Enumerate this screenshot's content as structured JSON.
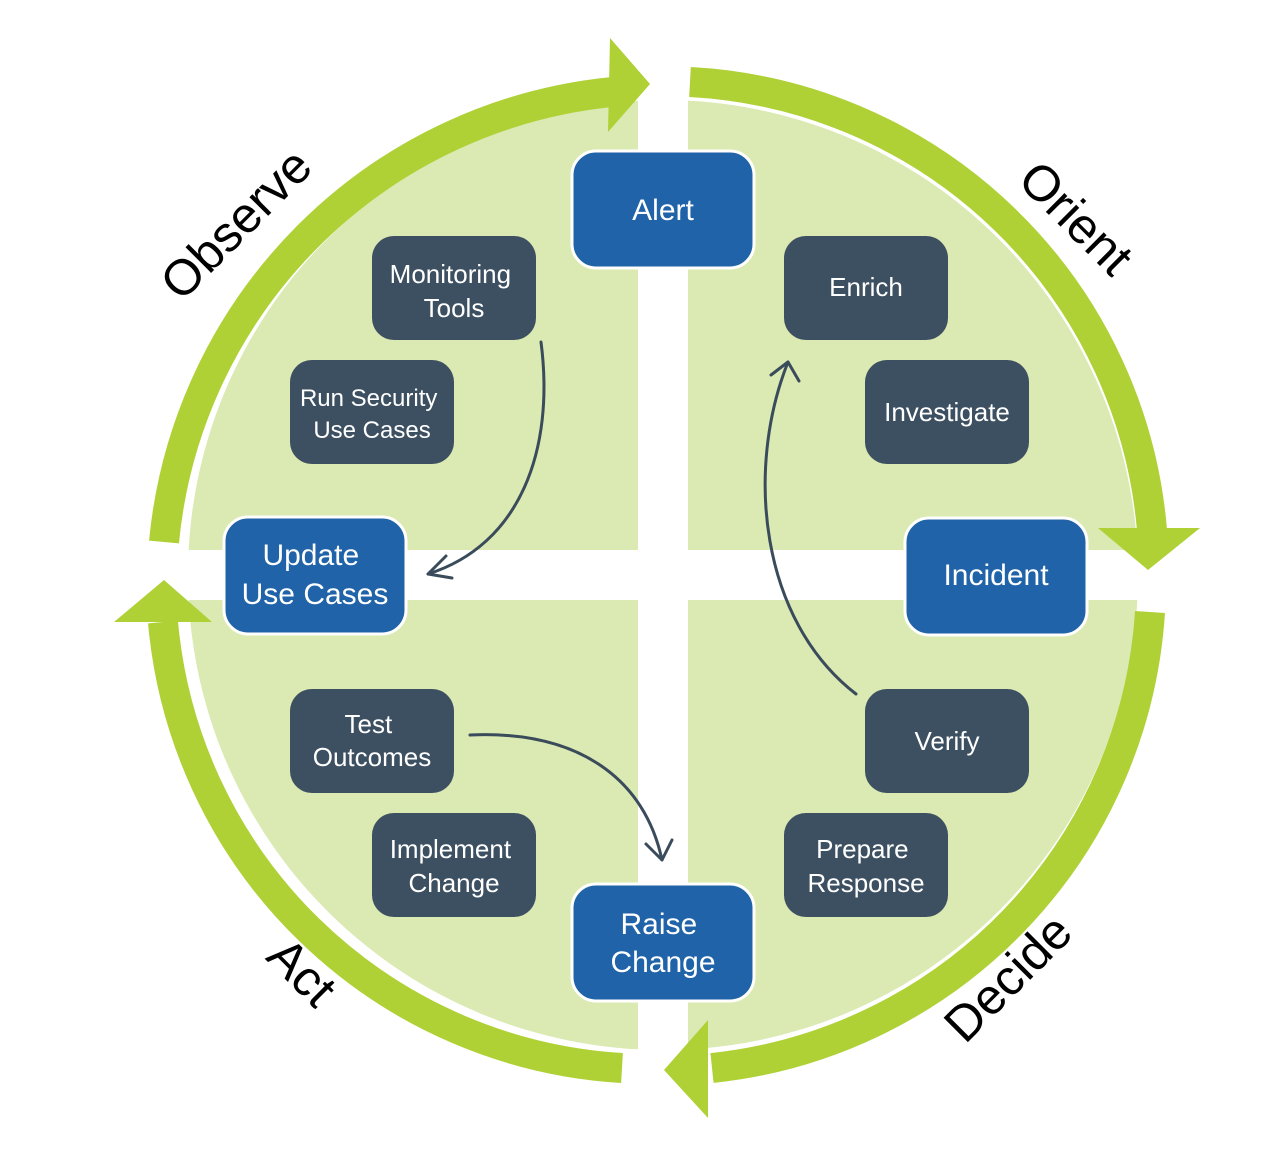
{
  "colors": {
    "quadrant_fill": "#dbe9b2",
    "ring": "#afd136",
    "primary_node": "#2063a8",
    "primary_border": "#ffffff",
    "secondary_node": "#3d5062",
    "connector": "#3a4b5b",
    "phase_label": "#000000"
  },
  "phases": {
    "observe": "Observe",
    "orient": "Orient",
    "decide": "Decide",
    "act": "Act"
  },
  "primary_nodes": {
    "alert": {
      "lines": [
        "Alert"
      ]
    },
    "incident": {
      "lines": [
        "Incident"
      ]
    },
    "raise_change": {
      "lines": [
        "Raise",
        "Change"
      ]
    },
    "update_use_cases": {
      "lines": [
        "Update",
        "Use Cases"
      ]
    }
  },
  "secondary_nodes": {
    "monitoring_tools": {
      "lines": [
        "Monitoring",
        "Tools"
      ]
    },
    "run_security_use_cases": {
      "lines": [
        "Run Security",
        "Use Cases"
      ]
    },
    "enrich": {
      "lines": [
        "Enrich"
      ]
    },
    "investigate": {
      "lines": [
        "Investigate"
      ]
    },
    "verify": {
      "lines": [
        "Verify"
      ]
    },
    "prepare_response": {
      "lines": [
        "Prepare",
        "Response"
      ]
    },
    "test_outcomes": {
      "lines": [
        "Test",
        "Outcomes"
      ]
    },
    "implement_change": {
      "lines": [
        "Implement",
        "Change"
      ]
    }
  },
  "connectors": [
    {
      "from": "Monitoring Tools",
      "to": "Update Use Cases"
    },
    {
      "from": "Verify",
      "to": "Enrich"
    },
    {
      "from": "Test Outcomes",
      "to": "Raise Change"
    }
  ]
}
